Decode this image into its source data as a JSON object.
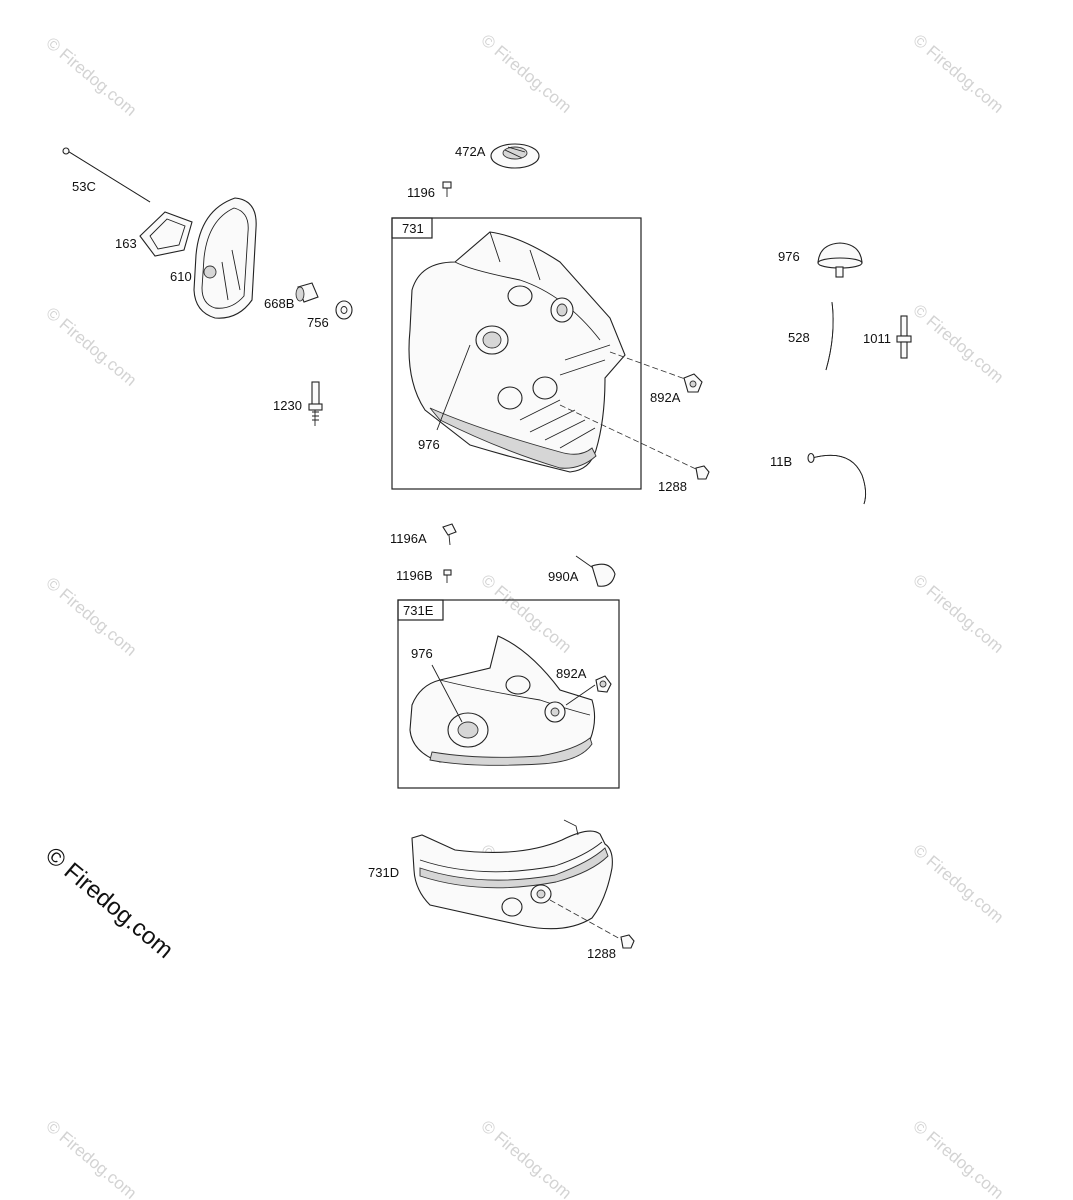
{
  "watermark": {
    "text": "© Firedog.com"
  },
  "boxes": {
    "box_731": "731",
    "box_731E": "731E"
  },
  "parts": {
    "p472A": "472A",
    "p1196": "1196",
    "p53C": "53C",
    "p163": "163",
    "p610": "610",
    "p668B": "668B",
    "p756": "756",
    "p1230": "1230",
    "p976_main": "976",
    "p892A_main": "892A",
    "p1288_main": "1288",
    "p976_right": "976",
    "p528": "528",
    "p1011": "1011",
    "p11B": "11B",
    "p1196A": "1196A",
    "p1196B": "1196B",
    "p990A": "990A",
    "p976_lower": "976",
    "p892A_lower": "892A",
    "p731D": "731D",
    "p1288_lower": "1288"
  }
}
